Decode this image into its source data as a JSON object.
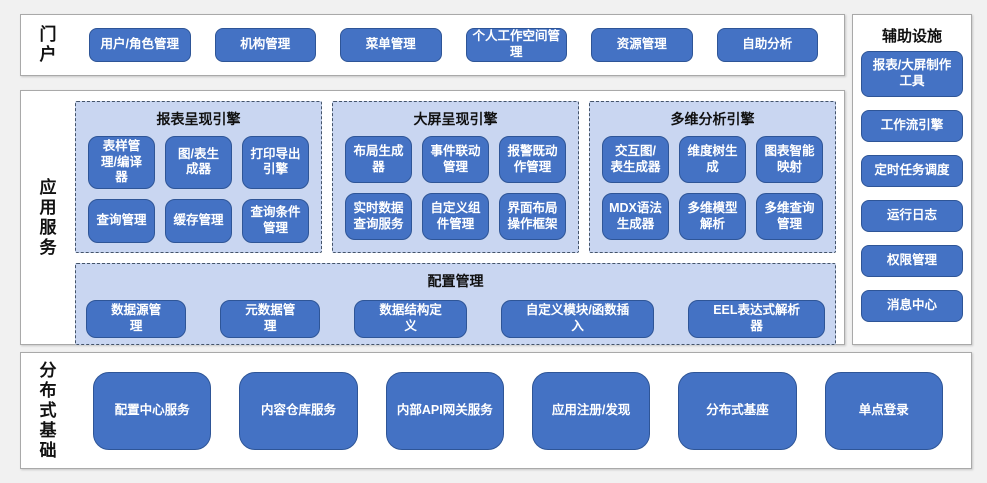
{
  "colors": {
    "page_bg": "#f1f1f1",
    "panel_bg": "#ffffff",
    "panel_border": "#a9a9a9",
    "block_fill": "#4472c4",
    "block_border": "#2e5597",
    "block_text": "#ffffff",
    "group_bg": "#c9d6f1",
    "dash_border": "#44546a",
    "label_text": "#111111"
  },
  "portal": {
    "label": "门户",
    "buttons": [
      "用户/角色管理",
      "机构管理",
      "菜单管理",
      "个人工作空间管理",
      "资源管理",
      "自助分析"
    ]
  },
  "app": {
    "label": "应用服务",
    "groups": [
      {
        "title": "报表呈现引擎",
        "buttons": [
          "表样管理/编译器",
          "图/表生成器",
          "打印导出引擎",
          "查询管理",
          "缓存管理",
          "查询条件管理"
        ]
      },
      {
        "title": "大屏呈现引擎",
        "buttons": [
          "布局生成器",
          "事件联动管理",
          "报警既动作管理",
          "实时数据查询服务",
          "自定义组件管理",
          "界面布局操作框架"
        ]
      },
      {
        "title": "多维分析引擎",
        "buttons": [
          "交互图/表生成器",
          "维度树生成",
          "图表智能映射",
          "MDX语法生成器",
          "多维模型解析",
          "多维查询管理"
        ]
      }
    ],
    "config": {
      "title": "配置管理",
      "buttons": [
        "数据源管理",
        "元数据管理",
        "数据结构定义",
        "自定义模块/函数插入",
        "EEL表达式解析器"
      ]
    }
  },
  "base": {
    "label": "分布式基础",
    "buttons": [
      "配置中心服务",
      "内容仓库服务",
      "内部API网关服务",
      "应用注册/发现",
      "分布式基座",
      "单点登录"
    ]
  },
  "aux": {
    "title": "辅助设施",
    "buttons": [
      "报表/大屏制作工具",
      "工作流引擎",
      "定时任务调度",
      "运行日志",
      "权限管理",
      "消息中心"
    ]
  }
}
